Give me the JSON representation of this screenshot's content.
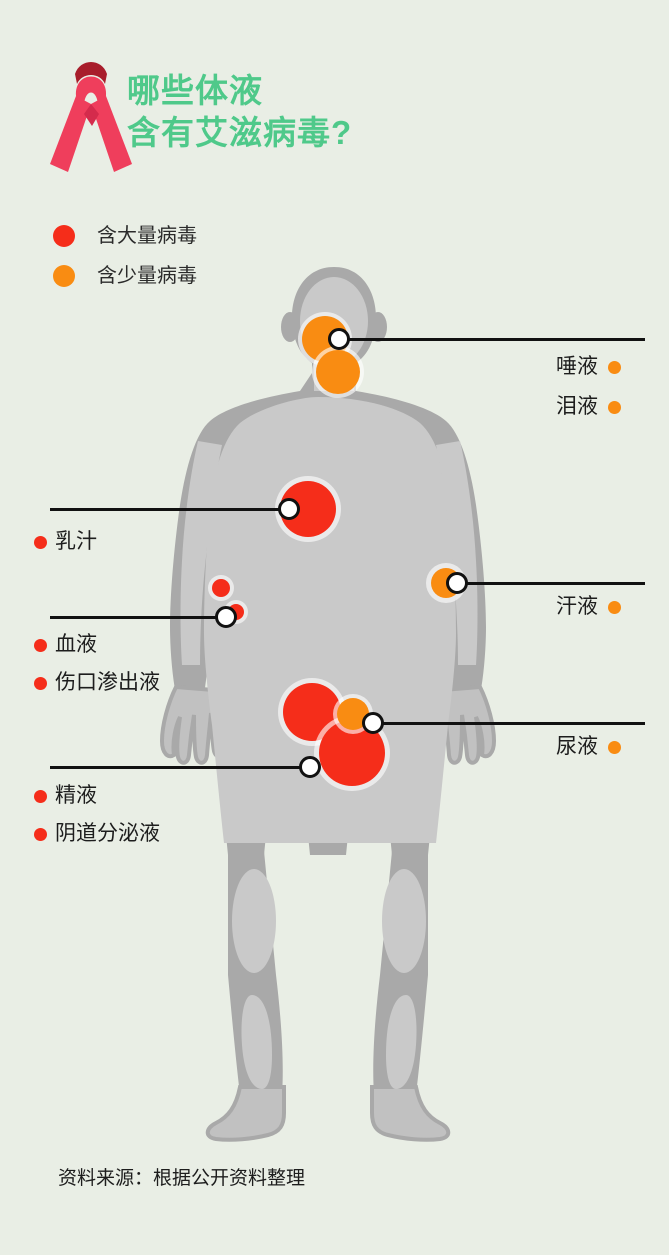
{
  "header": {
    "title_line1": "哪些体液",
    "title_line2": "含有艾滋病毒?",
    "title_color": "#4fc98a",
    "ribbon_icon": "aids-awareness-ribbon",
    "ribbon_color": "#ef3e5c",
    "ribbon_top_color": "#a81d2b"
  },
  "legend": {
    "items": [
      {
        "label": "含大量病毒",
        "color": "#f52d1a",
        "level": "high"
      },
      {
        "label": "含少量病毒",
        "color": "#f98c12",
        "level": "low"
      }
    ]
  },
  "colors": {
    "background": "#e9eee5",
    "high_virus": "#f52d1a",
    "low_virus": "#f98c12",
    "body_dark": "#a9a9a9",
    "body_light": "#c9c9c9",
    "leader_line": "#111111"
  },
  "body_figure": {
    "name": "human-body-silhouette",
    "orientation": "front",
    "fill_outer": "#a9a9a9",
    "fill_inner": "#c9c9c9"
  },
  "callouts": {
    "left": [
      {
        "id": "breast-milk",
        "items": [
          {
            "label": "乳汁",
            "color": "#f52d1a"
          }
        ],
        "body_site": "chest"
      },
      {
        "id": "blood-wound",
        "items": [
          {
            "label": "血液",
            "color": "#f52d1a"
          },
          {
            "label": "伤口渗出液",
            "color": "#f52d1a"
          }
        ],
        "body_site": "forearm"
      },
      {
        "id": "genital-fluids",
        "items": [
          {
            "label": "精液",
            "color": "#f52d1a"
          },
          {
            "label": "阴道分泌液",
            "color": "#f52d1a"
          }
        ],
        "body_site": "pelvis"
      }
    ],
    "right": [
      {
        "id": "saliva-tears",
        "items": [
          {
            "label": "唾液",
            "color": "#f98c12"
          },
          {
            "label": "泪液",
            "color": "#f98c12"
          }
        ],
        "body_site": "head"
      },
      {
        "id": "sweat",
        "items": [
          {
            "label": "汗液",
            "color": "#f98c12"
          }
        ],
        "body_site": "arm"
      },
      {
        "id": "urine",
        "items": [
          {
            "label": "尿液",
            "color": "#f98c12"
          }
        ],
        "body_site": "bladder"
      }
    ]
  },
  "body_markers": [
    {
      "id": "marker-saliva",
      "site": "head-upper",
      "color": "#f98c12",
      "size": 46
    },
    {
      "id": "marker-tears",
      "site": "head-lower",
      "color": "#f98c12",
      "size": 44
    },
    {
      "id": "marker-milk",
      "site": "chest",
      "color": "#f52d1a",
      "size": 56
    },
    {
      "id": "marker-blood",
      "site": "forearm-upper",
      "color": "#f52d1a",
      "size": 18
    },
    {
      "id": "marker-wound",
      "site": "forearm-lower",
      "color": "#f52d1a",
      "size": 17
    },
    {
      "id": "marker-sweat",
      "site": "arm-right",
      "color": "#f98c12",
      "size": 30
    },
    {
      "id": "marker-semen",
      "site": "pelvis-left",
      "color": "#f52d1a",
      "size": 56
    },
    {
      "id": "marker-vaginal",
      "site": "pelvis-lower",
      "color": "#f52d1a",
      "size": 62
    },
    {
      "id": "marker-urine",
      "site": "bladder",
      "color": "#f98c12",
      "size": 30
    }
  ],
  "footer": {
    "source": "资料来源：根据公开资料整理"
  }
}
